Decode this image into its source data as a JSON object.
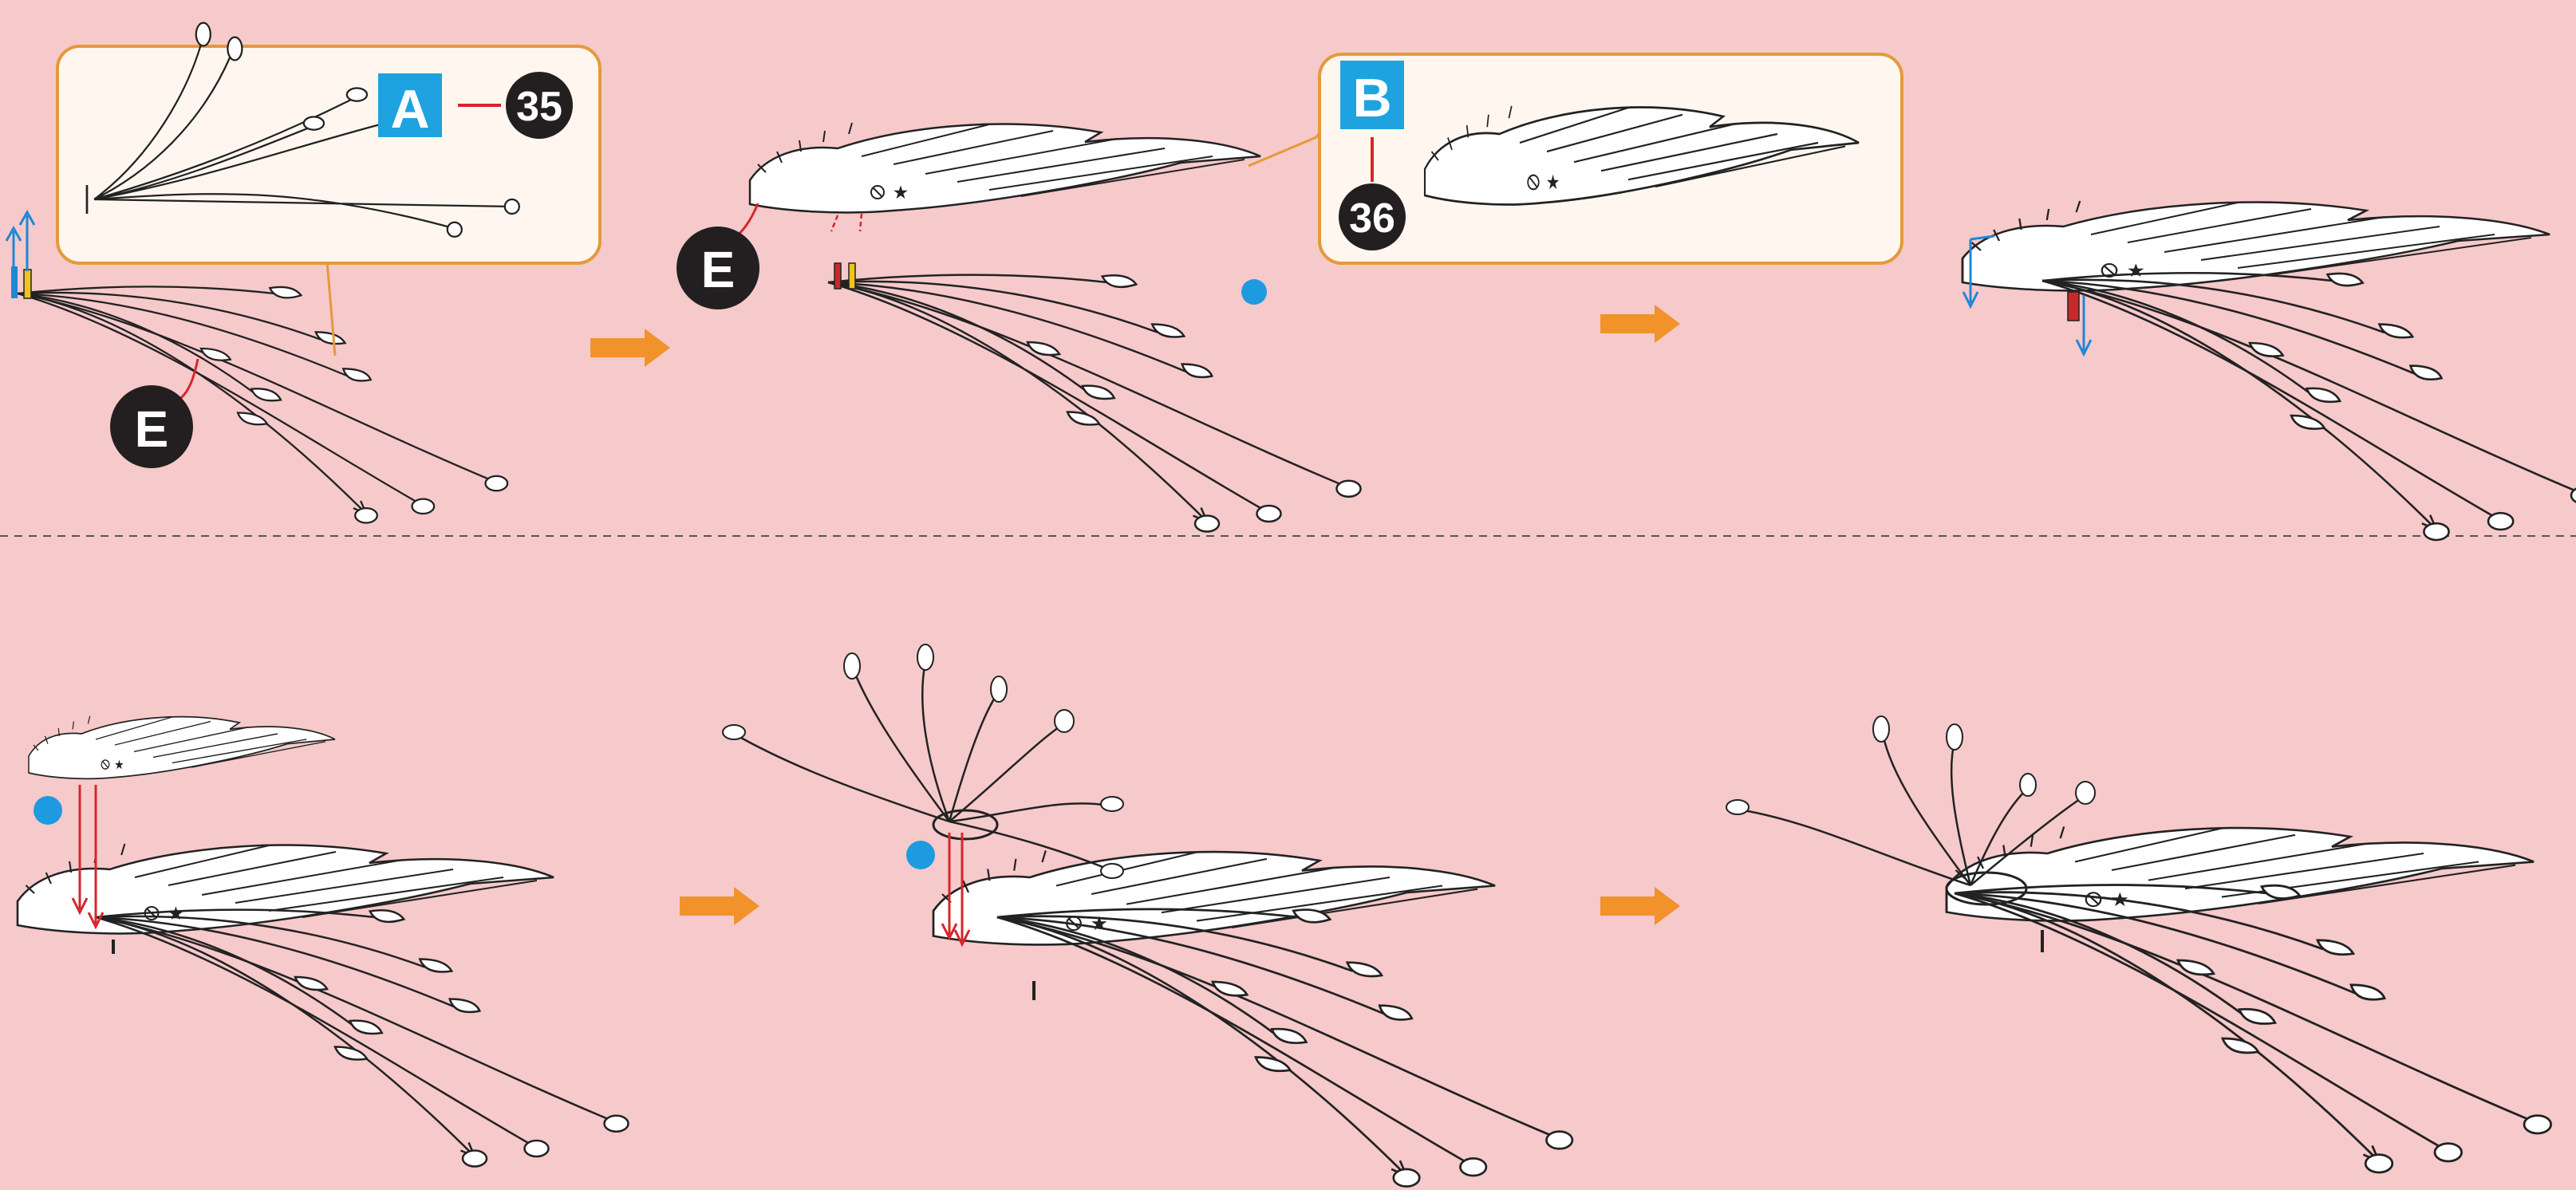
{
  "colors": {
    "background": "#f6c9cb",
    "callout_fill": "#fff7ef",
    "callout_border": "#e39a3b",
    "arrow_orange": "#f1922a",
    "part_letter_bg": "#1fa3e0",
    "number_badge_bg": "#231f20",
    "red_line": "#d6262b",
    "blue_arrow": "#1e88d6",
    "yellow_peg": "#f0c419",
    "red_peg": "#c8282c",
    "blue_dot": "#1e9be0"
  },
  "callouts": [
    {
      "part_letter": "A",
      "part_number": "35"
    },
    {
      "part_letter": "B",
      "part_number": "36"
    }
  ],
  "markers": [
    {
      "letter": "E"
    },
    {
      "letter": "E"
    }
  ],
  "icons": [
    "step-arrow-icon",
    "alignment-dot-icon",
    "push-down-arrow-icon",
    "lift-up-arrow-icon",
    "star-mark-icon"
  ]
}
